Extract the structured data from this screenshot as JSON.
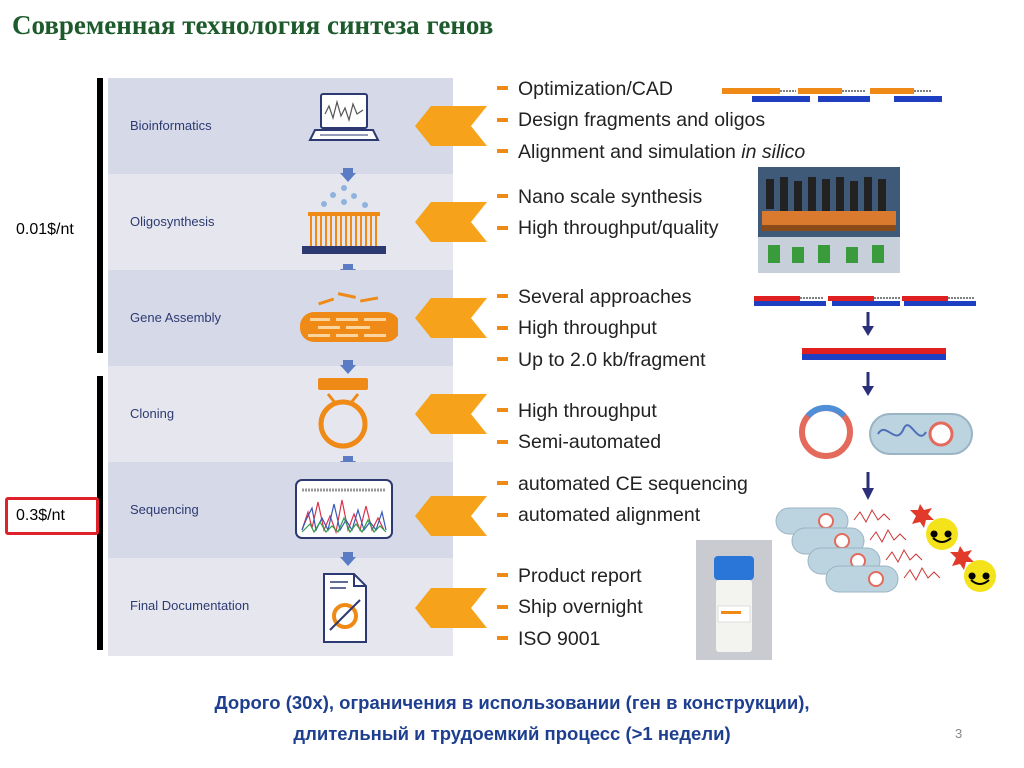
{
  "title": "Современная технология синтеза генов",
  "prices": {
    "first": "0.01$/nt",
    "second": "0.3$/nt"
  },
  "steps": [
    {
      "label": "Bioinformatics",
      "icon": "laptop-icon",
      "bullets": [
        {
          "text": "Optimization/CAD"
        },
        {
          "text": "Design fragments and oligos"
        },
        {
          "text": "Alignment and simulation ",
          "italic": "in silico"
        }
      ]
    },
    {
      "label": "Oligosynthesis",
      "icon": "oligo-array-icon",
      "bullets": [
        {
          "text": "Nano scale synthesis"
        },
        {
          "text": "High throughput/quality"
        }
      ]
    },
    {
      "label": "Gene Assembly",
      "icon": "gene-fragments-icon",
      "bullets": [
        {
          "text": "Several approaches"
        },
        {
          "text": "High throughput"
        },
        {
          "text": "Up to 2.0 kb/fragment"
        }
      ]
    },
    {
      "label": "Cloning",
      "icon": "plasmid-icon",
      "bullets": [
        {
          "text": "High throughput"
        },
        {
          "text": "Semi-automated"
        }
      ]
    },
    {
      "label": "Sequencing",
      "icon": "chromatogram-icon",
      "bullets": [
        {
          "text": "automated CE sequencing"
        },
        {
          "text": "automated alignment"
        }
      ]
    },
    {
      "label": "Final Documentation",
      "icon": "document-icon",
      "bullets": [
        {
          "text": "Product report"
        },
        {
          "text": "Ship overnight"
        },
        {
          "text": "ISO 9001"
        }
      ]
    }
  ],
  "footer": {
    "line1": "Дорого (30х), ограничения в использовании (ген в конструкции),",
    "line2": "длительный и трудоемкий процесс (>1 недели)"
  },
  "page_number": "3",
  "colors": {
    "title": "#1e5b2c",
    "accent": "#ef8a17",
    "footer": "#1e3f8f",
    "steps_label": "#2d3a72",
    "price_box_border": "#e0202a"
  }
}
